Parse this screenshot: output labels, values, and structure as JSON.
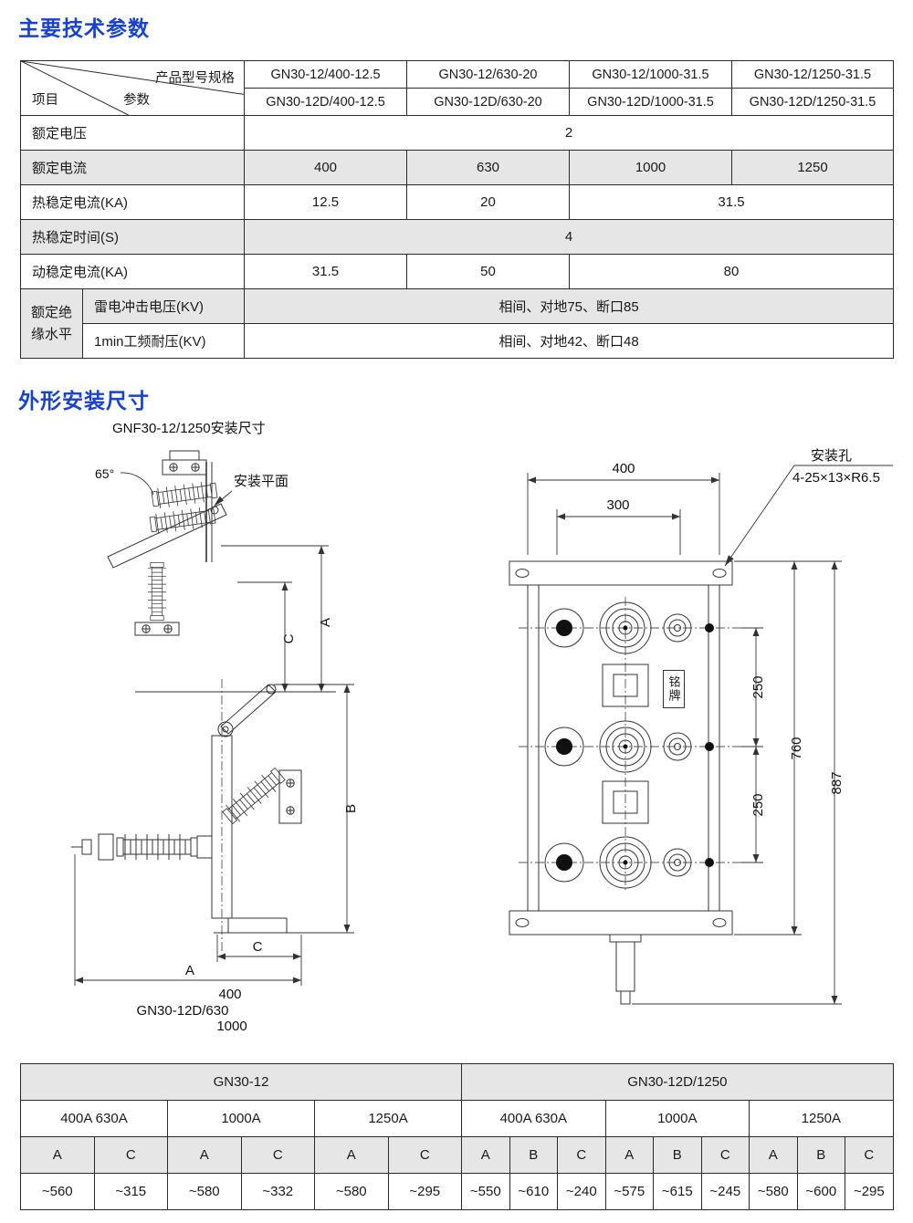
{
  "titles": {
    "tech": "主要技术参数",
    "dims": "外形安装尺寸"
  },
  "spec_table": {
    "corner": {
      "product": "产品型号规格",
      "item": "项目",
      "param": "参数"
    },
    "models_top": [
      "GN30-12/400-12.5",
      "GN30-12/630-20",
      "GN30-12/1000-31.5",
      "GN30-12/1250-31.5"
    ],
    "models_bottom": [
      "GN30-12D/400-12.5",
      "GN30-12D/630-20",
      "GN30-12D/1000-31.5",
      "GN30-12D/1250-31.5"
    ],
    "rows": {
      "voltage": {
        "label": "额定电压",
        "value": "2"
      },
      "current": {
        "label": "额定电流",
        "v1": "400",
        "v2": "630",
        "v3": "1000",
        "v4": "1250"
      },
      "thermal_current": {
        "label": "热稳定电流(KA)",
        "v1": "12.5",
        "v2": "20",
        "v3": "31.5"
      },
      "thermal_time": {
        "label": "热稳定时间(S)",
        "value": "4"
      },
      "dynamic_current": {
        "label": "动稳定电流(KA)",
        "v1": "31.5",
        "v2": "50",
        "v3": "80"
      },
      "insulation_group": "额定绝缘水平",
      "lightning": {
        "label": "雷电冲击电压(KV)",
        "value": "相间、对地75、断口85"
      },
      "power_freq": {
        "label": "1min工频耐压(KV)",
        "value": "相间、对地42、断口48"
      }
    }
  },
  "drawings": {
    "left": {
      "title": "GNF30-12/1250安装尺寸",
      "angle": "65°",
      "mount_plane": "安装平面",
      "dim_a": "A",
      "dim_c": "C"
    },
    "left2": {
      "dim_b": "B",
      "dim_c": "C",
      "dim_a": "A",
      "note_400": "400",
      "note_model": "GN30-12D/630",
      "note_1000": "1000"
    },
    "right": {
      "dim_400": "400",
      "dim_300": "300",
      "hole_title": "安装孔",
      "hole_spec": "4-25×13×R6.5",
      "dim_250_1": "250",
      "dim_250_2": "250",
      "dim_760": "760",
      "dim_887": "887",
      "nameplate": "铭牌"
    }
  },
  "dim_table": {
    "groups": [
      "GN30-12",
      "GN30-12D/1250"
    ],
    "sub": [
      "400A  630A",
      "1000A",
      "1250A",
      "400A  630A",
      "1000A",
      "1250A"
    ],
    "headers": [
      "A",
      "C",
      "A",
      "C",
      "A",
      "C",
      "A",
      "B",
      "C",
      "A",
      "B",
      "C",
      "A",
      "B",
      "C"
    ],
    "values": [
      "~560",
      "~315",
      "~580",
      "~332",
      "~580",
      "~295",
      "~550",
      "~610",
      "~240",
      "~575",
      "~615",
      "~245",
      "~580",
      "~600",
      "~295"
    ]
  }
}
